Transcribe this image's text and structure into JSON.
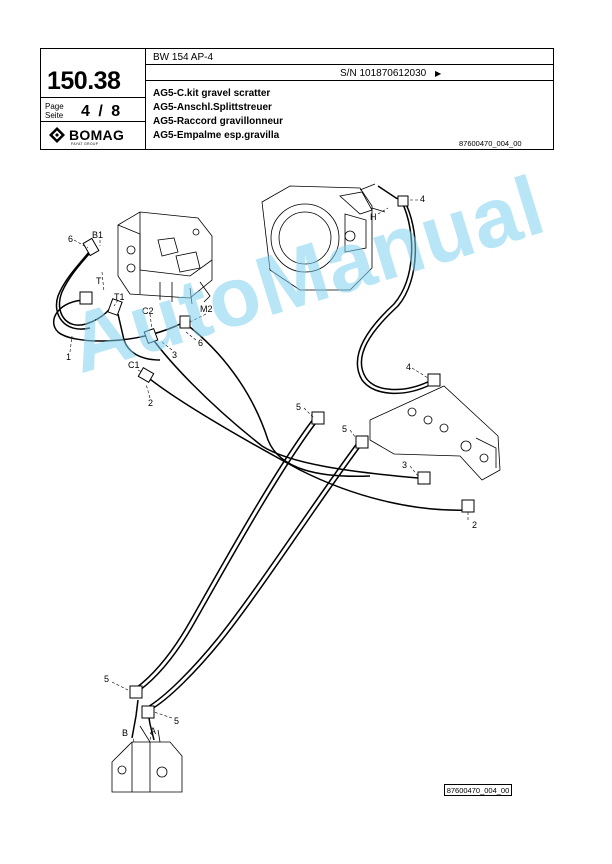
{
  "header": {
    "page_number": "150.38",
    "page_label": "Page",
    "seite_label": "Seite",
    "page_current": "4",
    "page_sep": "/",
    "page_total": "8",
    "brand": "BOMAG",
    "brand_sub": "FAYAT GROUP",
    "model": "BW 154 AP-4",
    "serial": "S/N 101870612030",
    "serial_arrow": "▶",
    "titles": [
      "AG5-C.kit gravel scratter",
      "AG5-Anschl.Splittstreuer",
      "AG5-Raccord gravillonneur",
      "AG5-Empalme esp.gravilla"
    ],
    "doc_id": "87600470_004_00"
  },
  "diagram": {
    "callouts": [
      {
        "id": "c6a",
        "text": "6"
      },
      {
        "id": "cB1",
        "text": "B1"
      },
      {
        "id": "cT",
        "text": "T"
      },
      {
        "id": "cT1",
        "text": "T1"
      },
      {
        "id": "c1",
        "text": "1"
      },
      {
        "id": "cC2",
        "text": "C2"
      },
      {
        "id": "cM2",
        "text": "M2"
      },
      {
        "id": "c3a",
        "text": "3"
      },
      {
        "id": "c6b",
        "text": "6"
      },
      {
        "id": "cC1",
        "text": "C1"
      },
      {
        "id": "c2a",
        "text": "2"
      },
      {
        "id": "c4a",
        "text": "4"
      },
      {
        "id": "cH",
        "text": "H"
      },
      {
        "id": "c4b",
        "text": "4"
      },
      {
        "id": "c5a",
        "text": "5"
      },
      {
        "id": "c5b",
        "text": "5"
      },
      {
        "id": "c3b",
        "text": "3"
      },
      {
        "id": "c2b",
        "text": "2"
      },
      {
        "id": "c5c",
        "text": "5"
      },
      {
        "id": "c5d",
        "text": "5"
      },
      {
        "id": "cB",
        "text": "B"
      },
      {
        "id": "cA",
        "text": "A"
      }
    ],
    "stamp": "87600470_004_00"
  },
  "watermark": "AutoManual"
}
